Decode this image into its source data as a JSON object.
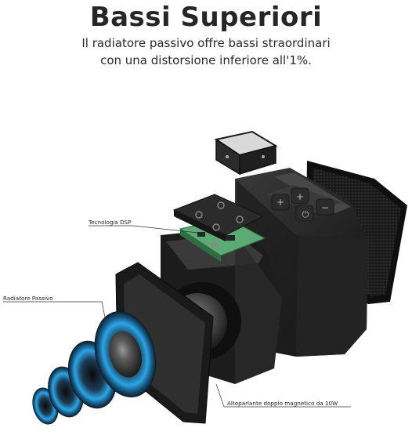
{
  "header": {
    "title": "Bassi Superiori",
    "subtitle_line1": "Il radiatore passivo offre bassi straordinari",
    "subtitle_line2": "con una distorsione inferiore all'1%."
  },
  "callouts": {
    "dsp": "Tecnologia DSP",
    "radiator": "Radiatore Passivo",
    "woofer": "Altoparlante doppio magnetico da 10W"
  },
  "colors": {
    "shell": "#2b2b2b",
    "shell_dark": "#161616",
    "pcb": "#4e9e67",
    "bass_glow": "#2aa5e6"
  }
}
